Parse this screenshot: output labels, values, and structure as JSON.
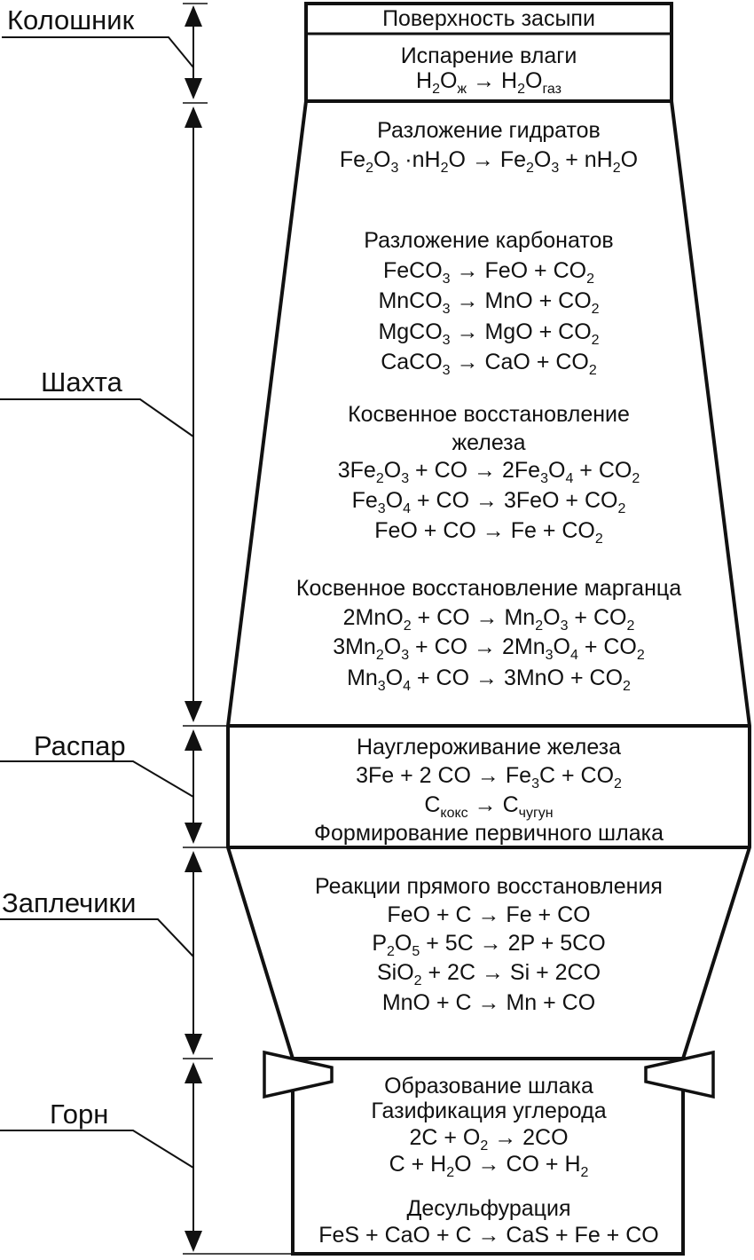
{
  "colors": {
    "ink": "#111111",
    "background": "#ffffff"
  },
  "zone_labels": {
    "koloshnik": "Колошник",
    "shakhta": "Шахта",
    "raspar": "Распар",
    "zaplechiki": "Заплечики",
    "gorn": "Горн"
  },
  "top": {
    "surface": "Поверхность засыпи",
    "line1": "Испарение влаги",
    "line2": "H_{2}O_{ж} → H_{2}O_{газ}"
  },
  "shaft": {
    "hydrates_title": "Разложение гидратов",
    "hydrates_eq": "Fe_{2}O_{3} ·nH_{2}O → Fe_{2}O_{3} + nH_{2}O",
    "carbonates_title": "Разложение карбонатов",
    "carbonates_eq1": "FeCO_{3} → FeO + CO_{2}",
    "carbonates_eq2": "MnCO_{3} → MnO + CO_{2}",
    "carbonates_eq3": "MgCO_{3} → MgO + CO_{2}",
    "carbonates_eq4": "CaCO_{3} → CaO + CO_{2}",
    "iron_title1": "Косвенное восстановление",
    "iron_title2": "железа",
    "iron_eq1": "3Fe_{2}O_{3} + CO → 2Fe_{3}O_{4} + CO_{2}",
    "iron_eq2": "Fe_{3}O_{4} + CO → 3FeO + CO_{2}",
    "iron_eq3": "FeO + CO → Fe + CO_{2}",
    "mn_title": "Косвенное восстановление марганца",
    "mn_eq1": "2MnO_{2} + CO → Mn_{2}O_{3} + CO_{2}",
    "mn_eq2": "3Mn_{2}O_{3} + CO → 2Mn_{3}O_{4} + CO_{2}",
    "mn_eq3": "Mn_{3}O_{4} + CO → 3MnO + CO_{2}"
  },
  "raspar": {
    "title": "Науглероживание железа",
    "eq1": "3Fe + 2 CO → Fe_{3}C + CO_{2}",
    "eq2": "C_{кокс} → C_{чугун}",
    "line3": "Формирование первичного шлака"
  },
  "zaplechiki": {
    "title": "Реакции прямого восстановления",
    "eq1": "FeO + C → Fe + CO",
    "eq2": "P_{2}O_{5} + 5C → 2P + 5CO",
    "eq3": "SiO_{2} + 2C → Si + 2CO",
    "eq4": "MnO + C → Mn + CO"
  },
  "hearth": {
    "line1": "Образование шлака",
    "line2": "Газификация углерода",
    "eq1": "2C + O_{2} → 2CO",
    "eq2": "C + H_{2}O → CO + H_{2}",
    "line3": "Десульфурация",
    "eq3": "FeS + CaO + C → CaS + Fe + CO"
  }
}
